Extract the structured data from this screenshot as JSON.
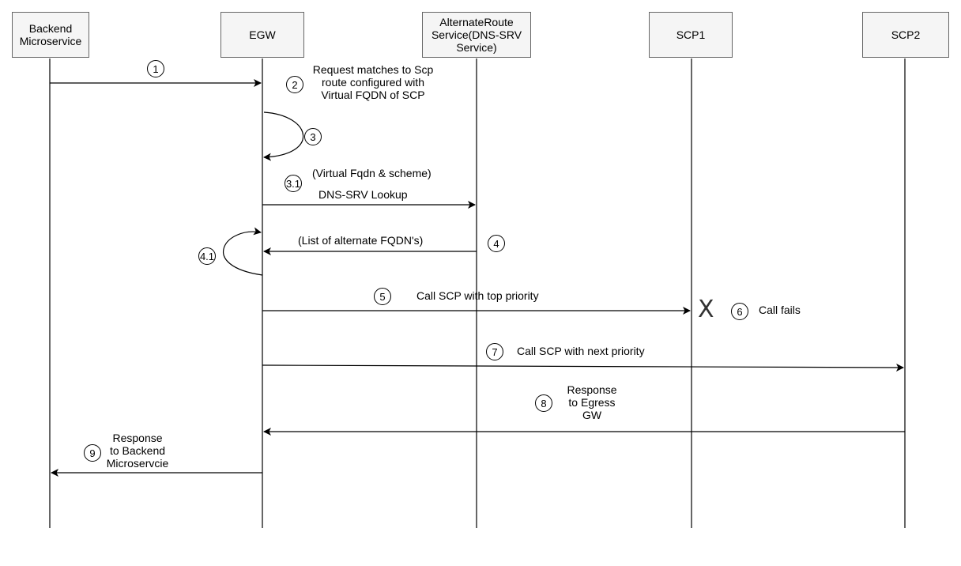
{
  "actors": [
    {
      "id": "backend",
      "label": "Backend\nMicroservice"
    },
    {
      "id": "egw",
      "label": "EGW"
    },
    {
      "id": "alt",
      "label": "AlternateRoute\nService(DNS-SRV\nService)"
    },
    {
      "id": "scp1",
      "label": "SCP1"
    },
    {
      "id": "scp2",
      "label": "SCP2"
    }
  ],
  "steps": {
    "s1": {
      "number": "1"
    },
    "s2": {
      "number": "2",
      "text": "Request matches to Scp\nroute configured with\nVirtual FQDN of SCP"
    },
    "s3": {
      "number": "3"
    },
    "s3_1": {
      "number": "3.1",
      "text_top": "(Virtual Fqdn & scheme)",
      "text_bottom": "DNS-SRV Lookup"
    },
    "s4": {
      "number": "4",
      "text": "(List of alternate FQDN's)"
    },
    "s4_1": {
      "number": "4.1"
    },
    "s5": {
      "number": "5",
      "text": "Call SCP with top priority"
    },
    "s6": {
      "number": "6",
      "text": "Call fails",
      "fail_mark": "X"
    },
    "s7": {
      "number": "7",
      "text": "Call SCP with next priority"
    },
    "s8": {
      "number": "8",
      "text": "Response\nto Egress\nGW"
    },
    "s9": {
      "number": "9",
      "text": "Response\nto Backend\nMicroservcie"
    }
  },
  "colors": {
    "line": "#000000",
    "box_fill": "#f5f5f5",
    "box_border": "#666666"
  }
}
